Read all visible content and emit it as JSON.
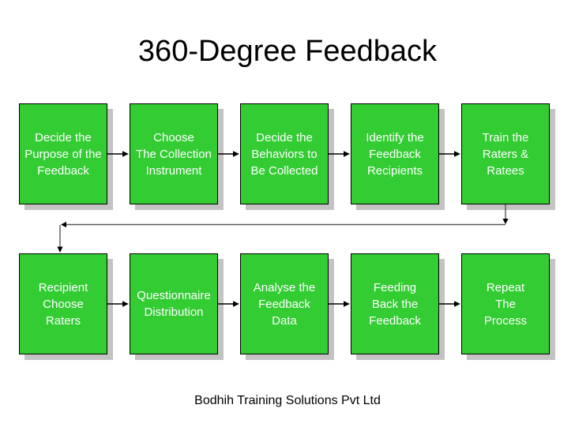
{
  "slide": {
    "title": "360-Degree Feedback",
    "footer": "Bodhih Training Solutions Pvt Ltd"
  },
  "colors": {
    "box_fill": "#33CC33",
    "box_border": "#000000",
    "box_shadow": "#C3C3C3",
    "box_text": "#FFFFFF",
    "title_text": "#000000",
    "connector": "#000000"
  },
  "flow": {
    "top_row": [
      {
        "label": "Decide the\nPurpose of the\nFeedback"
      },
      {
        "label": "Choose\nThe Collection\nInstrument"
      },
      {
        "label": "Decide the\nBehaviors to\nBe Collected"
      },
      {
        "label": "Identify the\nFeedback\nRecipients"
      },
      {
        "label": "Train the\nRaters &\nRatees"
      }
    ],
    "bottom_row": [
      {
        "label": "Recipient\nChoose\nRaters"
      },
      {
        "label": "Questionnaire\nDistribution"
      },
      {
        "label": "Analyse the\nFeedback\nData"
      },
      {
        "label": "Feeding\nBack the\nFeedback"
      },
      {
        "label": "Repeat\nThe\nProcess"
      }
    ]
  }
}
